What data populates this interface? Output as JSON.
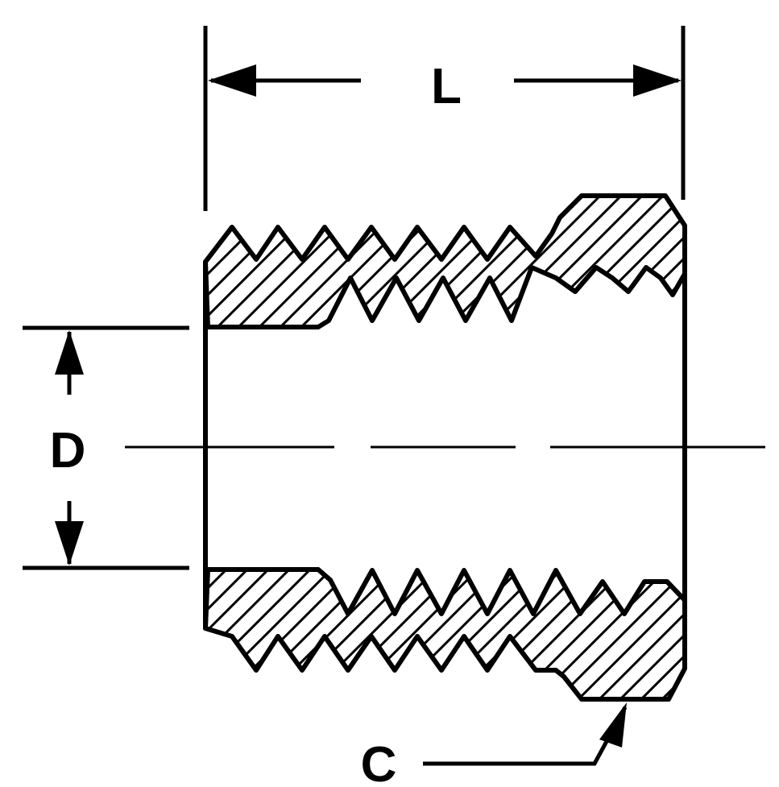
{
  "labels": {
    "length": "L",
    "diameter": "D",
    "callout": "C"
  },
  "colors": {
    "line": "#000000",
    "background": "#ffffff"
  }
}
